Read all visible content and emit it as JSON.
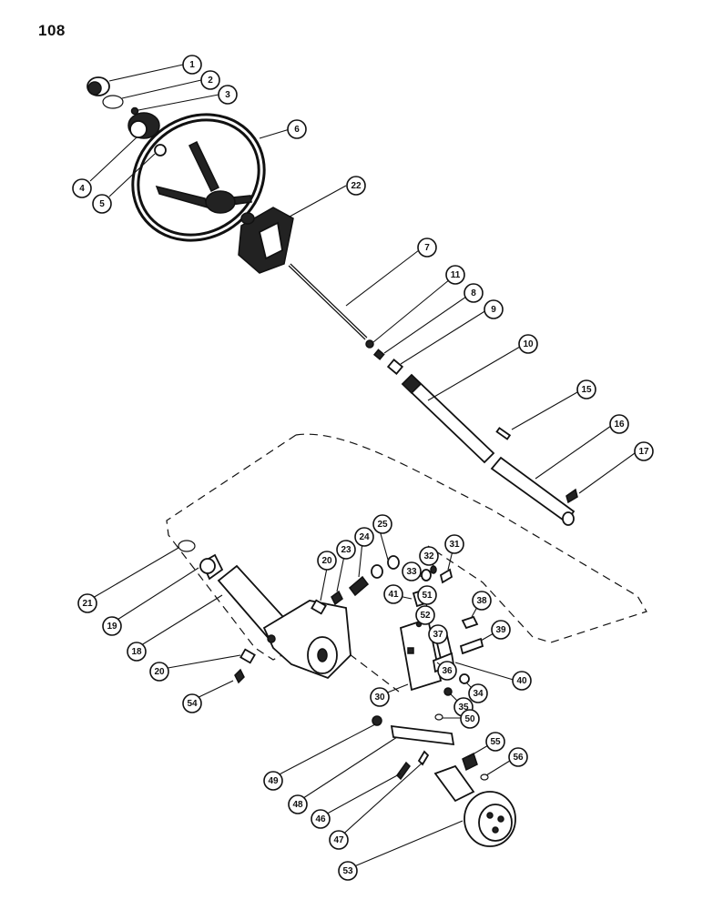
{
  "page_number": "108",
  "callouts": [
    "1",
    "2",
    "3",
    "4",
    "5",
    "6",
    "22",
    "7",
    "11",
    "8",
    "9",
    "10",
    "15",
    "16",
    "17",
    "25",
    "24",
    "23",
    "20",
    "21",
    "19",
    "18",
    "20",
    "54",
    "31",
    "32",
    "33",
    "41",
    "51",
    "38",
    "52",
    "37",
    "39",
    "36",
    "40",
    "34",
    "35",
    "30",
    "50",
    "49",
    "48",
    "46",
    "47",
    "55",
    "56",
    "53"
  ]
}
